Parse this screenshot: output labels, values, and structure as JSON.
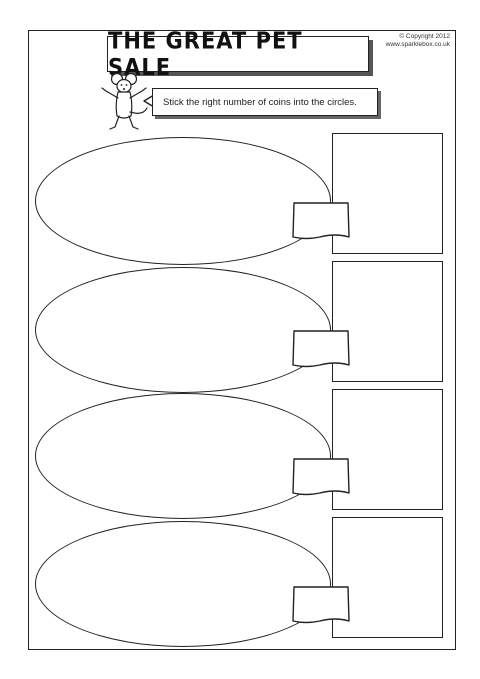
{
  "header": {
    "title": "THE GREAT PET SALE",
    "copyright_line1": "© Copyright 2012",
    "copyright_line2": "www.sparklebox.co.uk"
  },
  "instruction": {
    "text": "Stick the right number of coins into the circles."
  },
  "rows": [
    {
      "oval": "coin-circle",
      "price_tag": "price-tag",
      "picture_box": "pet-picture-box"
    },
    {
      "oval": "coin-circle",
      "price_tag": "price-tag",
      "picture_box": "pet-picture-box"
    },
    {
      "oval": "coin-circle",
      "price_tag": "price-tag",
      "picture_box": "pet-picture-box"
    },
    {
      "oval": "coin-circle",
      "price_tag": "price-tag",
      "picture_box": "pet-picture-box"
    }
  ],
  "icons": {
    "mascot": "mouse-icon"
  }
}
